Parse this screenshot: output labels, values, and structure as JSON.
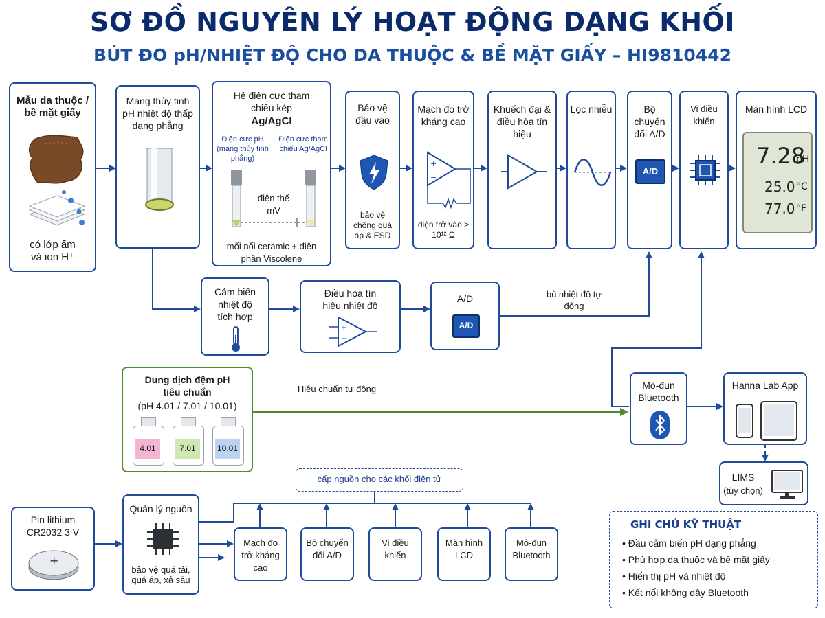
{
  "title": "SƠ ĐỒ NGUYÊN LÝ HOẠT ĐỘNG DẠNG KHỐI",
  "subtitle": "BÚT ĐO pH/NHIỆT ĐỘ CHO DA THUỘC & BỀ MẶT GIẤY – HI9810442",
  "sample": {
    "title": "Mẫu da thuộc / bề mặt giấy",
    "caption": "có lớp ẩm và ion H⁺"
  },
  "membrane": {
    "title": "Màng thủy tinh pH nhiệt độ thấp dạng phẳng"
  },
  "electrode": {
    "title": "Hệ điện cực tham chiếu kép",
    "subtitle": "Ag/AgCl",
    "ph_label": "Điện cực pH (màng thủy tinh phẳng)",
    "ref_label": "Điện cực tham chiếu Ag/AgCl",
    "potential": "điện thế mV",
    "junction": "mối nối ceramic + điện phân Viscolene"
  },
  "protect": {
    "title": "Bảo vệ đầu vào",
    "caption": "bảo vệ chống quá áp & ESD"
  },
  "hiz": {
    "title": "Mạch đo trở kháng cao",
    "caption": "điện trở vào > 10¹² Ω"
  },
  "amp": {
    "title": "Khuếch đại & điều hòa tín hiệu"
  },
  "filter": {
    "title": "Lọc nhiễu"
  },
  "adc": {
    "title": "Bộ chuyển đổi A/D",
    "chip": "A/D"
  },
  "mcu": {
    "title": "Vi điều khiển"
  },
  "lcd": {
    "title": "Màn hình LCD",
    "ph": "7.28",
    "ph_unit": "pH",
    "temp_c": "25.0",
    "unit_c": "°C",
    "temp_f": "77.0",
    "unit_f": "°F"
  },
  "temp_sensor": {
    "title": "Cảm biến nhiệt độ tích hợp"
  },
  "temp_cond": {
    "title": "Điều hòa tín hiệu nhiệt độ"
  },
  "temp_adc": {
    "title": "A/D",
    "chip": "A/D"
  },
  "comp_label": "bù nhiệt độ tự động",
  "buffer": {
    "title": "Dung dịch đệm pH tiêu chuẩn",
    "values": "(pH 4.01 / 7.01 / 10.01)",
    "bottles": [
      "4.01",
      "7.01",
      "10.01"
    ]
  },
  "calib_label": "Hiệu chuẩn tự động",
  "bluetooth": {
    "title": "Mô-đun Bluetooth"
  },
  "app": {
    "title": "Hanna Lab App"
  },
  "lims": {
    "title": "LIMS",
    "caption": "(tùy chọn)"
  },
  "battery": {
    "title": "Pin lithium CR2032 3 V"
  },
  "power": {
    "title": "Quản lý nguồn",
    "caption": "bảo vệ quá tải, quá áp, xả sâu"
  },
  "supply_label": "cấp nguồn cho các khối điện tử",
  "loads": [
    "Mạch đo trở kháng cao",
    "Bộ chuyển đổi A/D",
    "Vi điều khiển",
    "Màn hình LCD",
    "Mô-đun Bluetooth"
  ],
  "notes": {
    "title": "GHI CHÚ KỸ THUẬT",
    "items": [
      "Đầu cảm biến pH dạng phẳng",
      "Phù hợp da thuộc và bề mặt giấy",
      "Hiển thị pH và nhiệt độ",
      "Kết nối không dây Bluetooth"
    ]
  },
  "colors": {
    "primary": "#1f4b99",
    "title": "#0b2a6b",
    "green": "#4f8a2b",
    "bottle_pink": "#f2b6d2",
    "bottle_green": "#cfe7b0",
    "bottle_blue": "#b9d3f0"
  }
}
